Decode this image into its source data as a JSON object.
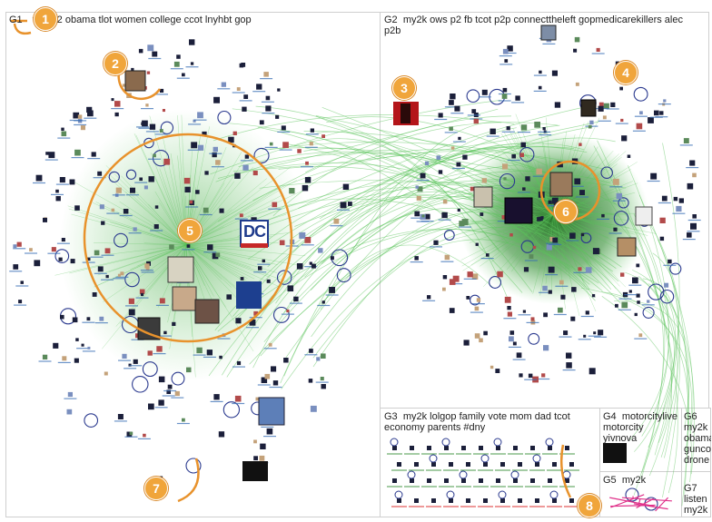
{
  "panels": {
    "g1": {
      "id": "G1",
      "terms": "tcot p2 obama tlot women college ccot lnyhbt gop"
    },
    "g2": {
      "id": "G2",
      "terms_line1": "my2k ows p2 fb tcot p2p connecttheleft gopmedicarekillers alec",
      "terms_line2": "p2b"
    },
    "g3": {
      "id": "G3",
      "terms_line1": "my2k lolgop family vote mom dad tcot",
      "terms_line2": "economy parents #dny"
    },
    "g4": {
      "id": "G4",
      "terms_line1": "motorcitylive",
      "terms_line2": "motorcity",
      "terms_line3": "yivnova"
    },
    "g5": {
      "id": "G5",
      "terms": "my2k"
    },
    "g6": {
      "id": "G6",
      "terms_line1": "my2k",
      "terms_line2": "obama",
      "terms_line3": "gunco",
      "terms_line4": "drone"
    },
    "g7": {
      "id": "G7",
      "terms_line1": "listen",
      "terms_line2": "my2k"
    }
  },
  "callouts": [
    "1",
    "2",
    "3",
    "4",
    "5",
    "6",
    "7",
    "8"
  ],
  "node_image_text": {
    "dc_logo": "DC"
  },
  "colors": {
    "edge_green": "#5cc45c",
    "edge_blue": "#2b3a8f",
    "callout_orange": "#f0a53b",
    "panel_border": "#cfcfcf",
    "node_label_blue": "#3a6fb5"
  }
}
